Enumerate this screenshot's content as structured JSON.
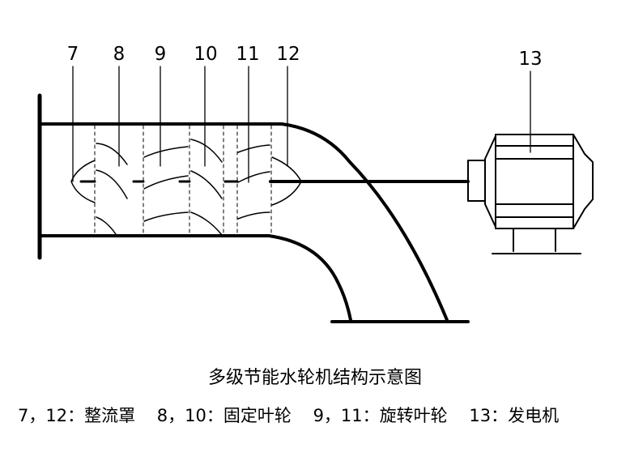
{
  "labels": [
    "7",
    "8",
    "9",
    "10",
    "11",
    "12",
    "13"
  ],
  "caption": "多级节能水轮机结构示意图",
  "legend": "7，12：整流罩    8，10：固定叶轮    9，11：旋转叶轮    13：发电机"
}
